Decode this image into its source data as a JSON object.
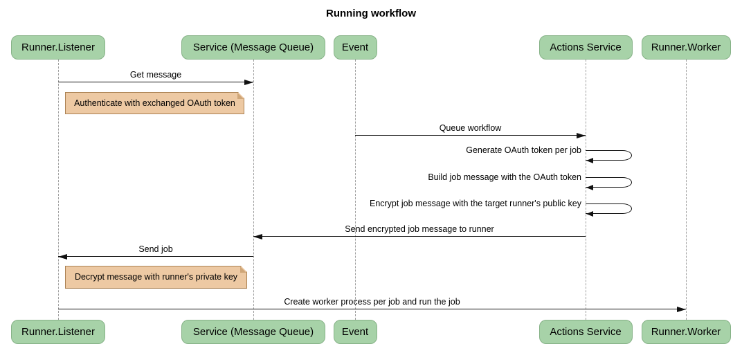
{
  "title": "Running workflow",
  "participants": [
    {
      "id": "runner-listener",
      "label": "Runner.Listener"
    },
    {
      "id": "service-message-queue",
      "label": "Service (Message Queue)"
    },
    {
      "id": "event",
      "label": "Event"
    },
    {
      "id": "actions-service",
      "label": "Actions Service"
    },
    {
      "id": "runner-worker",
      "label": "Runner.Worker"
    }
  ],
  "messages": [
    {
      "label": "Get message",
      "from": "runner-listener",
      "to": "service-message-queue"
    },
    {
      "label": "Queue workflow",
      "from": "event",
      "to": "actions-service"
    },
    {
      "label": "Generate OAuth token per job",
      "from": "actions-service",
      "to": "actions-service"
    },
    {
      "label": "Build job message with the OAuth token",
      "from": "actions-service",
      "to": "actions-service"
    },
    {
      "label": "Encrypt job message with the target runner's public key",
      "from": "actions-service",
      "to": "actions-service"
    },
    {
      "label": "Send encrypted job message to runner",
      "from": "actions-service",
      "to": "service-message-queue"
    },
    {
      "label": "Send job",
      "from": "service-message-queue",
      "to": "runner-listener"
    },
    {
      "label": "Create worker process per job and run the job",
      "from": "runner-listener",
      "to": "runner-worker"
    }
  ],
  "notes": [
    {
      "label": "Authenticate with exchanged OAuth token",
      "anchor": "runner-listener"
    },
    {
      "label": "Decrypt message with runner's private key",
      "anchor": "runner-listener"
    }
  ],
  "colors": {
    "background": "#ffffff",
    "text": "#000000",
    "actor_fill": "#a7d2a8",
    "actor_border": "#86b287",
    "note_fill": "#edc9a3",
    "note_border": "#aa8152",
    "note_fold": "#cfa678",
    "line": "#111111",
    "lifeline": "#9e9e9e"
  }
}
